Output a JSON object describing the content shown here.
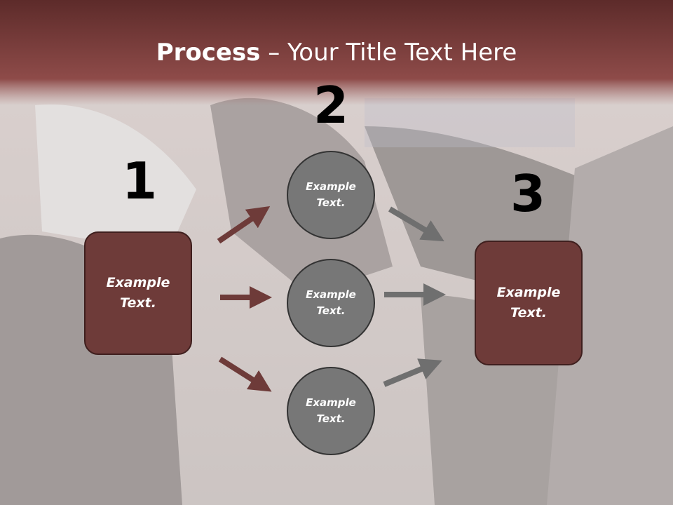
{
  "title": {
    "bold": "Process",
    "rest": " – Your Title Text Here"
  },
  "steps": {
    "n1": "1",
    "n2": "2",
    "n3": "3"
  },
  "box_left": {
    "text": "Example Text."
  },
  "box_right": {
    "text": "Example Text."
  },
  "circles": [
    {
      "text": "Example Text."
    },
    {
      "text": "Example Text."
    },
    {
      "text": "Example Text."
    }
  ],
  "colors": {
    "header": "#8a4947",
    "box": "#6e3b39",
    "circle": "#777777",
    "arrow_red": "#6e3b39",
    "arrow_grey": "#6f6f6f"
  }
}
